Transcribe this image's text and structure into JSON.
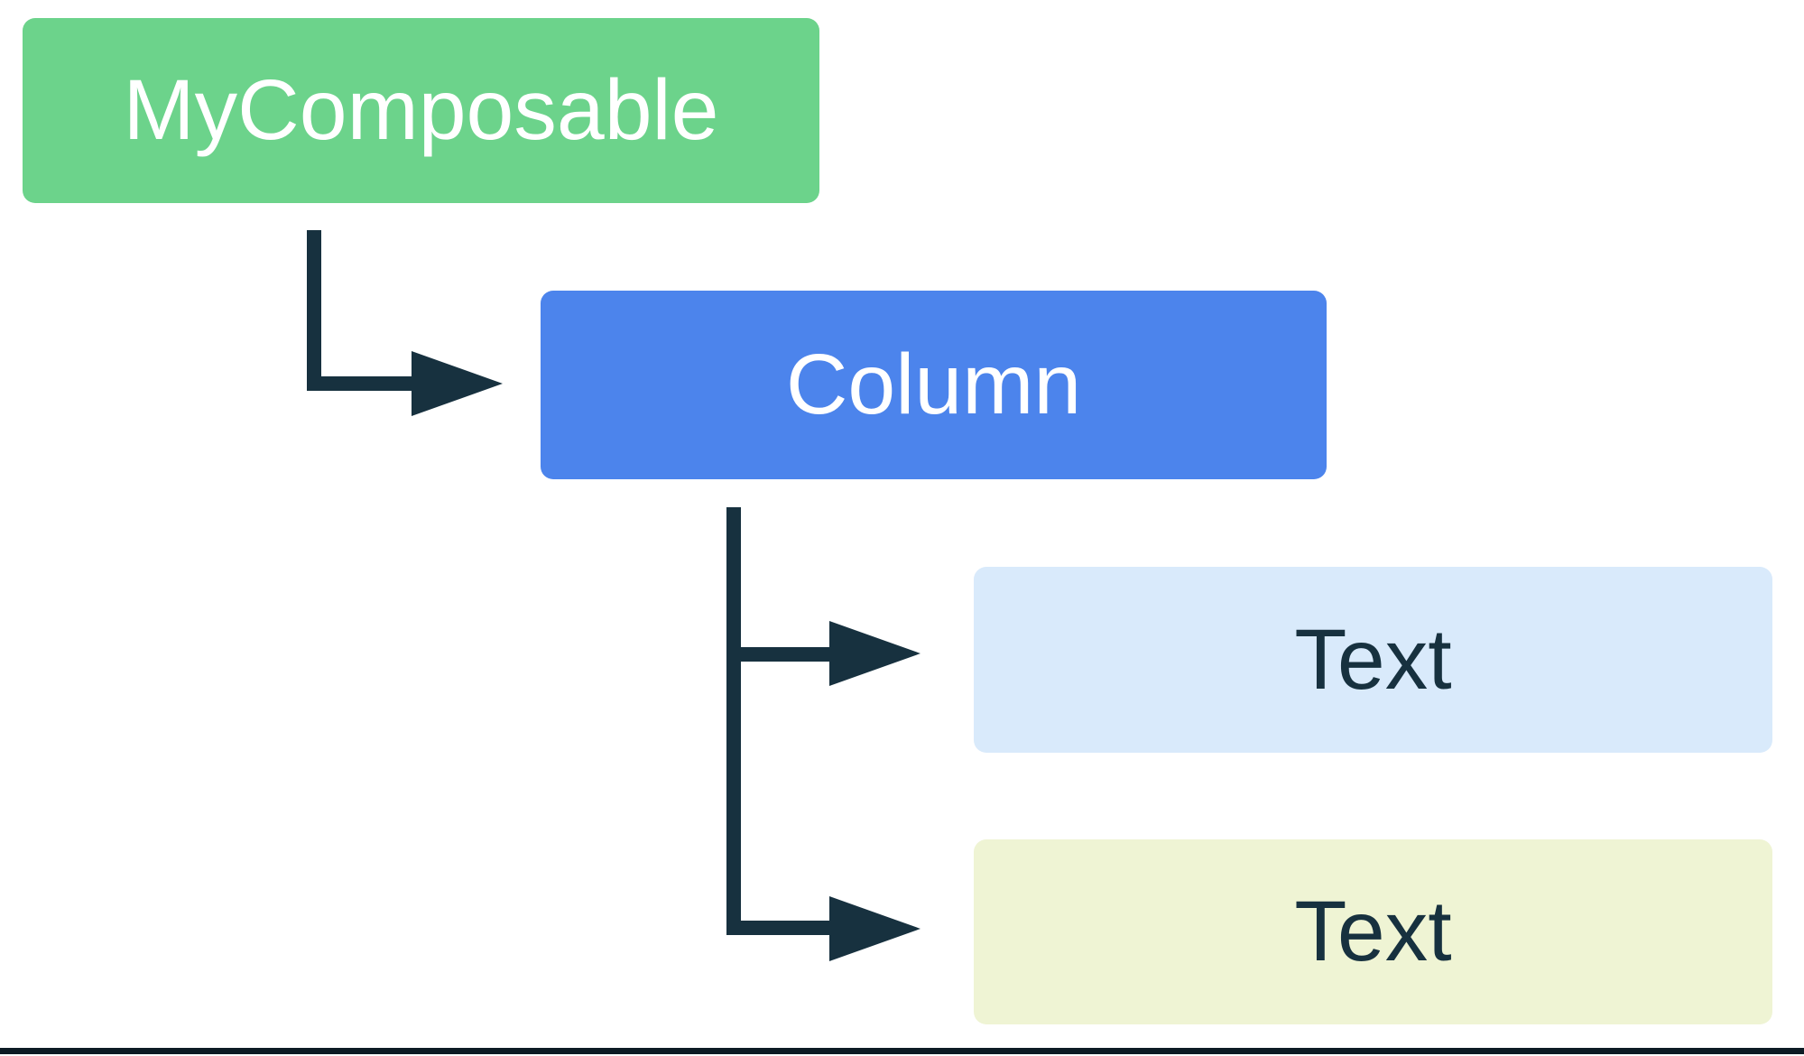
{
  "diagram": {
    "type": "ui-tree",
    "nodes": [
      {
        "id": "my_composable",
        "label": "MyComposable",
        "fill": "#6CD38B",
        "text_color": "#FFFFFF"
      },
      {
        "id": "column",
        "label": "Column",
        "fill": "#4C84EC",
        "text_color": "#FFFFFF"
      },
      {
        "id": "text_1",
        "label": "Text",
        "fill": "#D9EAFB",
        "text_color": "#17313F"
      },
      {
        "id": "text_2",
        "label": "Text",
        "fill": "#EFF4D4",
        "text_color": "#17313F"
      }
    ],
    "edges": [
      {
        "from": "MyComposable",
        "to": "Column"
      },
      {
        "from": "Column",
        "to": "Text"
      },
      {
        "from": "Column",
        "to": "Text"
      }
    ]
  },
  "colors": {
    "background": "#FFFFFF",
    "arrow": "#17313F",
    "bottom_rule": "#0D1B24"
  }
}
